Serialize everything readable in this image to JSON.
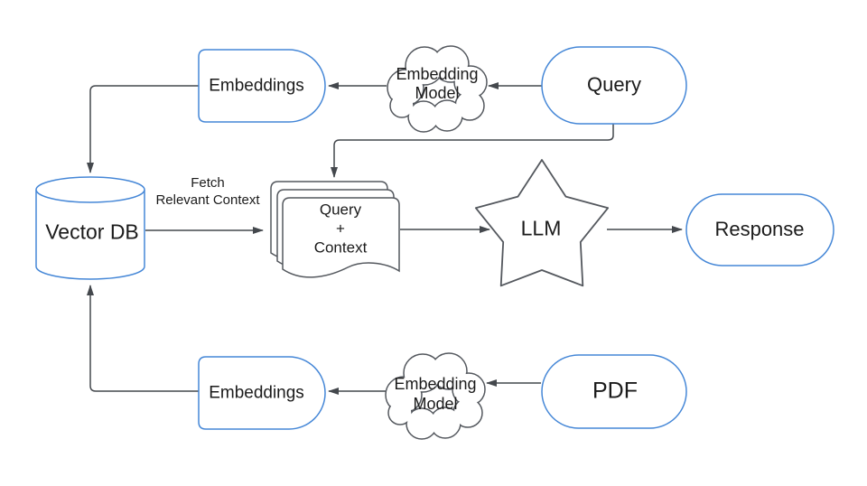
{
  "diagram": {
    "type": "flowchart",
    "description": "RAG pipeline diagram",
    "colors": {
      "node_border_blue": "#4587d7",
      "node_border_gray": "#54585e",
      "connector": "#44484d",
      "text": "#1b1b1b",
      "background": "#ffffff"
    },
    "nodes": {
      "embeddings_top": {
        "shape": "delay",
        "label": "Embeddings"
      },
      "embedding_model_top": {
        "shape": "cloud",
        "line1": "Embedding",
        "line2": "Model"
      },
      "query": {
        "shape": "pill",
        "label": "Query"
      },
      "vector_db": {
        "shape": "cylinder",
        "label": "Vector DB"
      },
      "query_context": {
        "shape": "document-stack",
        "line1": "Query",
        "line2": "+",
        "line3": "Context"
      },
      "llm": {
        "shape": "star",
        "label": "LLM"
      },
      "response": {
        "shape": "pill",
        "label": "Response"
      },
      "embeddings_bottom": {
        "shape": "delay",
        "label": "Embeddings"
      },
      "embedding_model_bottom": {
        "shape": "cloud",
        "line1": "Embedding",
        "line2": "Model"
      },
      "pdf": {
        "shape": "pill",
        "label": "PDF"
      }
    },
    "edges": [
      {
        "from": "query",
        "to": "embedding_model_top"
      },
      {
        "from": "embedding_model_top",
        "to": "embeddings_top"
      },
      {
        "from": "embeddings_top",
        "to": "vector_db"
      },
      {
        "from": "query",
        "to": "query_context"
      },
      {
        "from": "vector_db",
        "to": "query_context",
        "label_line1": "Fetch",
        "label_line2": "Relevant Context"
      },
      {
        "from": "query_context",
        "to": "llm"
      },
      {
        "from": "llm",
        "to": "response"
      },
      {
        "from": "pdf",
        "to": "embedding_model_bottom"
      },
      {
        "from": "embedding_model_bottom",
        "to": "embeddings_bottom"
      },
      {
        "from": "embeddings_bottom",
        "to": "vector_db"
      }
    ]
  }
}
